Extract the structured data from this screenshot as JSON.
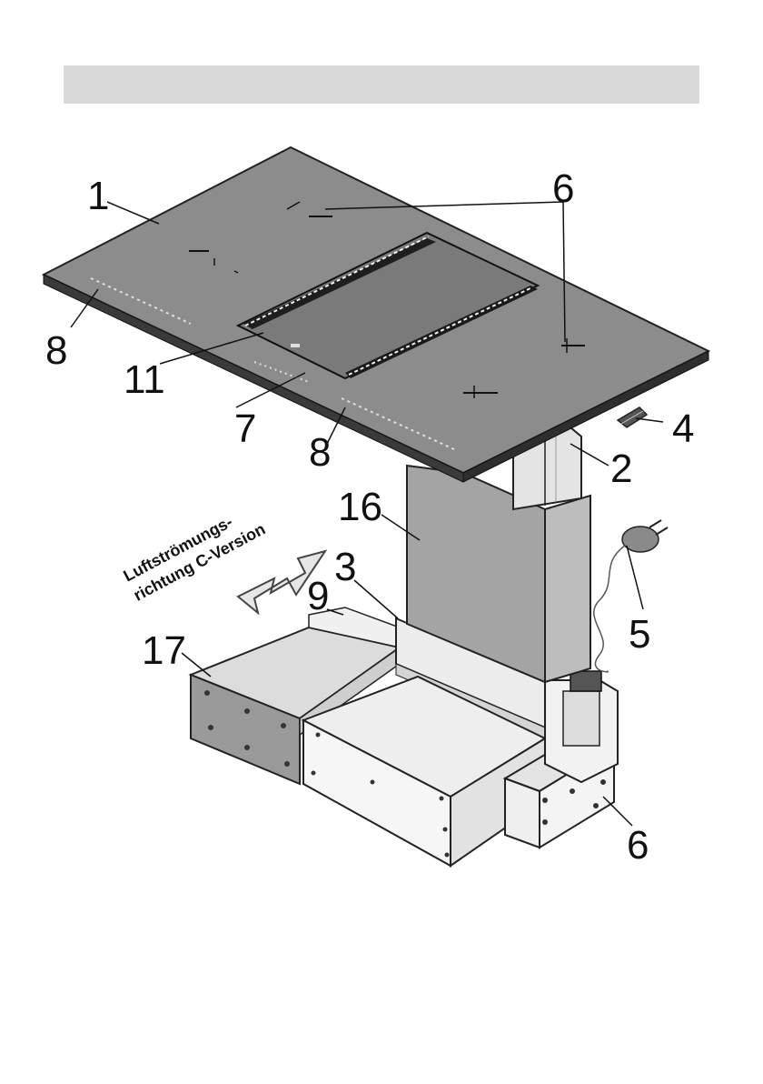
{
  "header": {
    "title": ""
  },
  "diagram": {
    "airflow_label_line1": "Luftströmungs-",
    "airflow_label_line2": "richtung C-Version",
    "callouts": [
      {
        "id": "c1",
        "label": "1"
      },
      {
        "id": "c6a",
        "label": "6"
      },
      {
        "id": "c8a",
        "label": "8"
      },
      {
        "id": "c11",
        "label": "11"
      },
      {
        "id": "c7",
        "label": "7"
      },
      {
        "id": "c8b",
        "label": "8"
      },
      {
        "id": "c4",
        "label": "4"
      },
      {
        "id": "c2",
        "label": "2"
      },
      {
        "id": "c16",
        "label": "16"
      },
      {
        "id": "c3",
        "label": "3"
      },
      {
        "id": "c9",
        "label": "9"
      },
      {
        "id": "c5",
        "label": "5"
      },
      {
        "id": "c17",
        "label": "17"
      },
      {
        "id": "c6b",
        "label": "6"
      }
    ]
  },
  "colors": {
    "cooktop": "#8c8c8c",
    "cooktop_edge": "#3a3a3a",
    "duct_dark": "#9a9a9a",
    "duct_light": "#e8e8e8",
    "line": "#222222"
  }
}
